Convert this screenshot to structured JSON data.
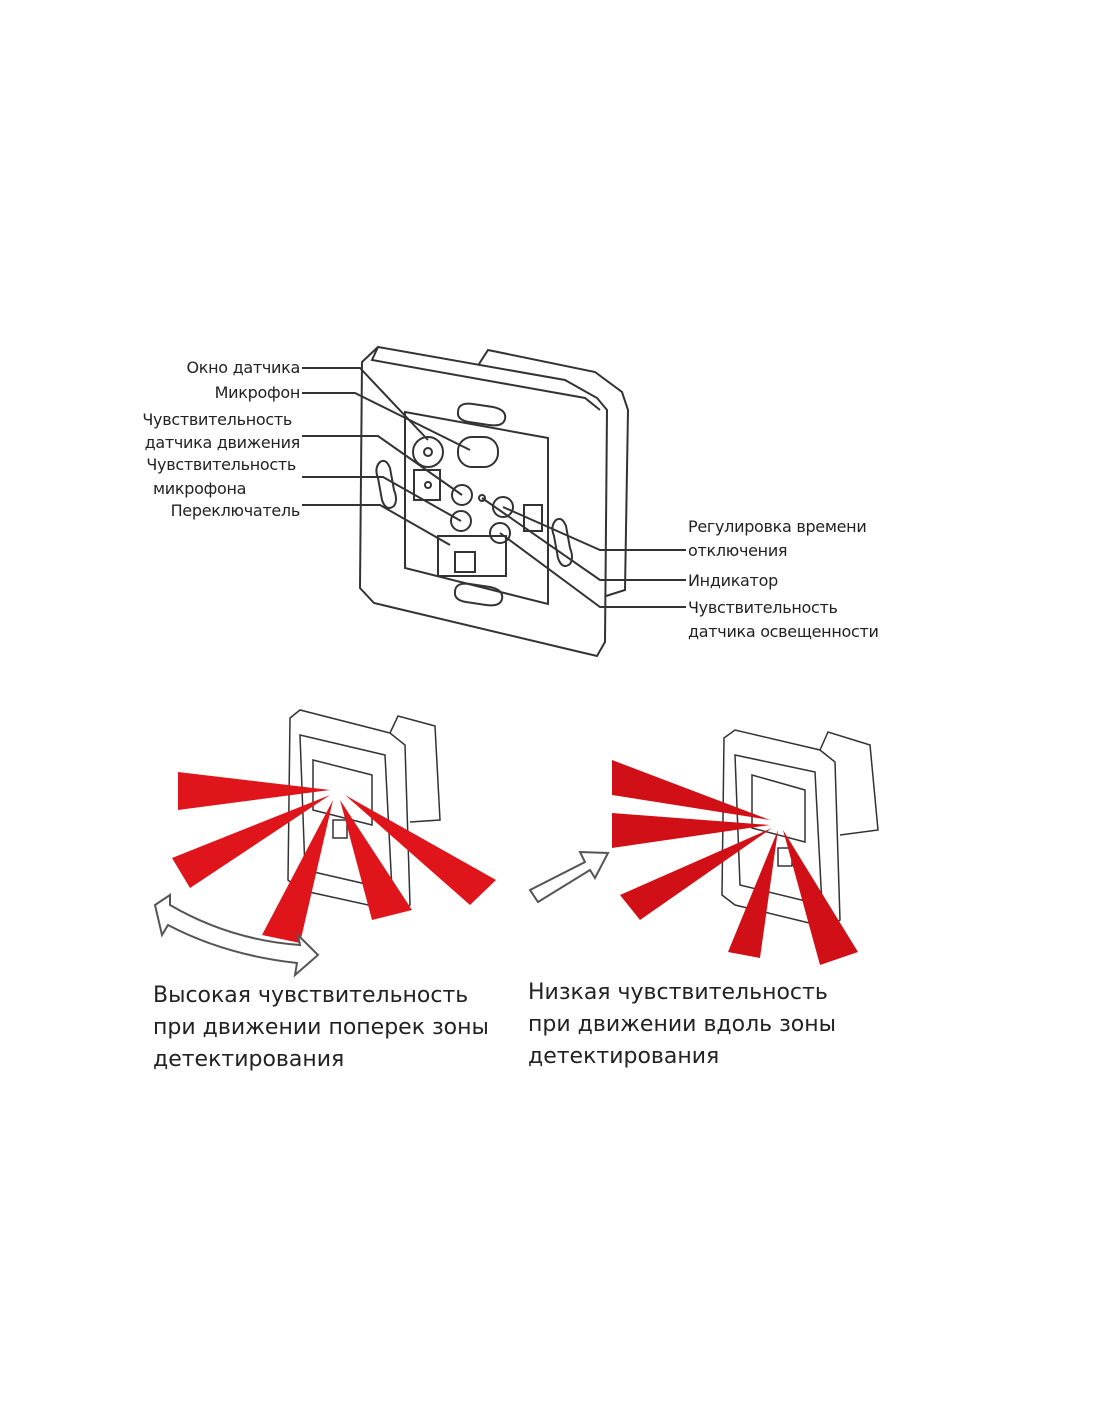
{
  "device_labels": {
    "sensor_window": "Окно датчика",
    "microphone": "Микрофон",
    "motion_sensitivity_1": "Чувствительность",
    "motion_sensitivity_2": "датчика движения",
    "mic_sensitivity_1": "Чувствительность",
    "mic_sensitivity_2": "микрофона",
    "switch": "Переключатель",
    "off_time_1": "Регулировка времени",
    "off_time_2": "отключения",
    "indicator": "Индикатор",
    "light_sensitivity_1": "Чувствительность",
    "light_sensitivity_2": "датчика освещенности"
  },
  "captions": {
    "high": [
      "Высокая чувствительность",
      "при движении поперек зоны",
      "детектирования"
    ],
    "low": [
      "Низкая чувствительность",
      "при движении вдоль зоны",
      "детектирования"
    ]
  },
  "colors": {
    "beam": "#e0151b",
    "line": "#333333"
  }
}
